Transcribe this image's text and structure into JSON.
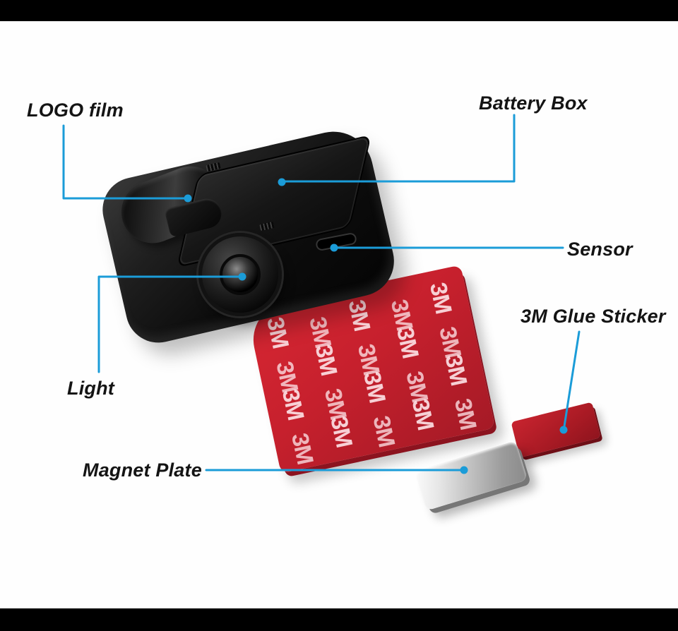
{
  "colors": {
    "accent_blue": "#1b9cd8",
    "letterbox_black": "#000000",
    "background_white": "#ffffff",
    "sticker_red": "#c6202d",
    "magnet_silver": "#c3c3c3",
    "device_black": "#111111"
  },
  "labels": {
    "logo_film": "LOGO film",
    "battery_box": "Battery Box",
    "sensor": "Sensor",
    "glue_sticker": "3M Glue Sticker",
    "light": "Light",
    "magnet_plate": "Magnet Plate"
  },
  "sticker": {
    "brand": "3M",
    "marks": 20
  }
}
